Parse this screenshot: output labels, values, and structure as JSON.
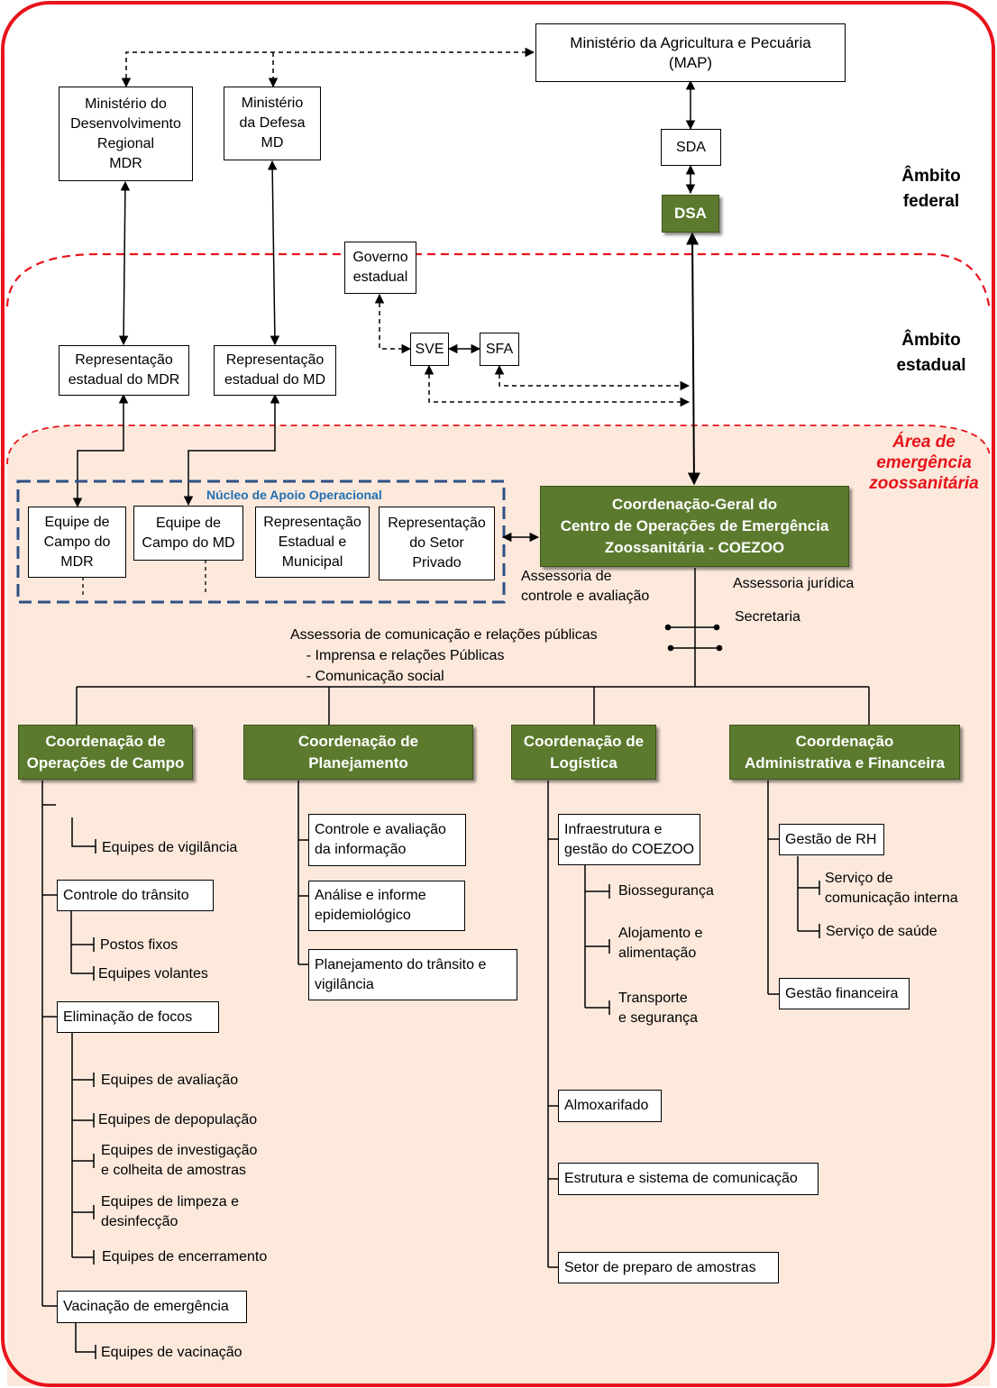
{
  "federal": {
    "map": "Ministério da Agricultura e Pecuária\n(MAP)",
    "mdr": "Ministério do\nDesenvolvimento\nRegional\nMDR",
    "md": "Ministério\nda Defesa\nMD",
    "sda": "SDA",
    "dsa": "DSA",
    "scope_label": "Âmbito\nfederal"
  },
  "estadual": {
    "governo": "Governo\nestadual",
    "sve": "SVE",
    "sfa": "SFA",
    "rep_mdr": "Representação\nestadual do MDR",
    "rep_md": "Representação\nestadual do MD",
    "scope_label": "Âmbito\nestadual"
  },
  "emergencia": {
    "scope_label": "Área de\nemergência\nzoossanitária",
    "nucleo_title": "Núcleo de Apoio Operacional",
    "nucleo_boxes": [
      "Equipe de\nCampo do\nMDR",
      "Equipe de\nCampo do MD",
      "Representação\nEstadual e\nMunicipal",
      "Representação\ndo Setor\nPrivado"
    ],
    "coezoo": "Coordenação-Geral do\nCentro de Operações de Emergência\nZoossanitária  - COEZOO",
    "assessoria_controle": "Assessoria de\ncontrole e avaliação",
    "assessoria_juridica": "Assessoria jurídica",
    "secretaria": "Secretaria",
    "assessoria_comunicacao": "Assessoria de comunicação e relações públicas\n    - Imprensa e relações Públicas\n    - Comunicação social"
  },
  "coordinations": [
    {
      "title": "Coordenação de\nOperações de Campo",
      "items": [
        {
          "label": "",
          "subitems": [
            "Equipes de vigilância"
          ]
        },
        {
          "label": "Controle do trânsito",
          "subitems": [
            "Postos fixos",
            "Equipes volantes"
          ]
        },
        {
          "label": "Eliminação de focos",
          "subitems": [
            "Equipes de avaliação",
            "Equipes de depopulação",
            "Equipes de investigação\ne colheita de amostras",
            "Equipes de limpeza e\ndesinfecção",
            "Equipes de encerramento"
          ]
        },
        {
          "label": "Vacinação de emergência",
          "subitems": [
            "Equipes de vacinação"
          ]
        }
      ]
    },
    {
      "title": "Coordenação de\nPlanejamento",
      "items": [
        {
          "label": "Controle e avaliação\nda informação"
        },
        {
          "label": "Análise e informe\nepidemiológico"
        },
        {
          "label": "Planejamento do trânsito e\nvigilância"
        }
      ]
    },
    {
      "title": "Coordenação de\nLogística",
      "items": [
        {
          "label": "Infraestrutura e\ngestão do COEZOO",
          "subitems": [
            "Biossegurança",
            "Alojamento e\nalimentação",
            "Transporte\ne segurança"
          ]
        },
        {
          "label": "Almoxarifado"
        },
        {
          "label": "Estrutura e sistema de comunicação"
        },
        {
          "label": "Setor de preparo de amostras"
        }
      ]
    },
    {
      "title": "Coordenação\nAdministrativa  e Financeira",
      "items": [
        {
          "label": "Gestão de RH",
          "subitems": [
            "Serviço de\ncomunicação interna",
            "Serviço de saúde"
          ]
        },
        {
          "label": "Gestão financeira"
        }
      ]
    }
  ],
  "colors": {
    "frame_red": "#e8131b",
    "green": "#5b7a2e",
    "emergency_fill": "#fce9dc",
    "nucleo_blue": "#2e4f86"
  }
}
